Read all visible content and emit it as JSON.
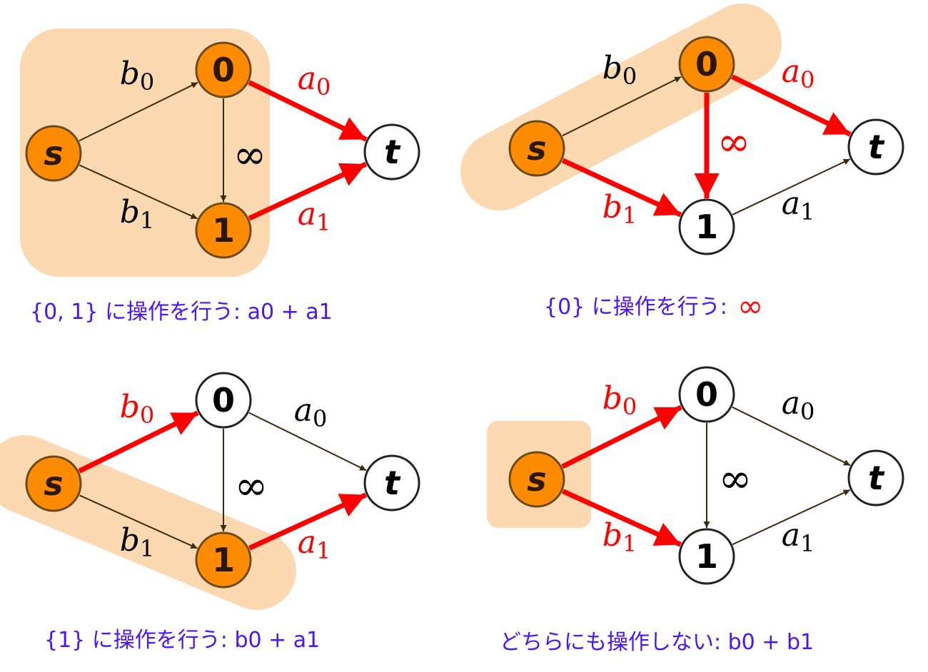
{
  "colors": {
    "selected_fill": "#ff8c00",
    "highlight": "#fcd9b0",
    "cut": "#ff0000",
    "normal": "#000000",
    "caption": "#4a14ff"
  },
  "node_labels": {
    "s": "s",
    "n0": "0",
    "n1": "1",
    "t": "t"
  },
  "edge_labels": {
    "b0": {
      "base": "b",
      "sub": "0"
    },
    "b1": {
      "base": "b",
      "sub": "1"
    },
    "a0": {
      "base": "a",
      "sub": "0"
    },
    "a1": {
      "base": "a",
      "sub": "1"
    },
    "inf": {
      "base": "∞",
      "sub": ""
    }
  },
  "panels": [
    {
      "selected": [
        "s",
        "n0",
        "n1"
      ],
      "cut": [
        "a0",
        "a1"
      ],
      "caption": "{0, 1} に操作を行う: a0 + a1",
      "caption_extra": ""
    },
    {
      "selected": [
        "s",
        "n0"
      ],
      "cut": [
        "a0",
        "inf",
        "b1"
      ],
      "caption": "{0} に操作を行う:",
      "caption_extra": "∞"
    },
    {
      "selected": [
        "s",
        "n1"
      ],
      "cut": [
        "b0",
        "a1"
      ],
      "caption": "{1} に操作を行う: b0 + a1",
      "caption_extra": ""
    },
    {
      "selected": [
        "s"
      ],
      "cut": [
        "b0",
        "b1"
      ],
      "caption": "どちらにも操作しない: b0 + b1",
      "caption_extra": ""
    }
  ]
}
